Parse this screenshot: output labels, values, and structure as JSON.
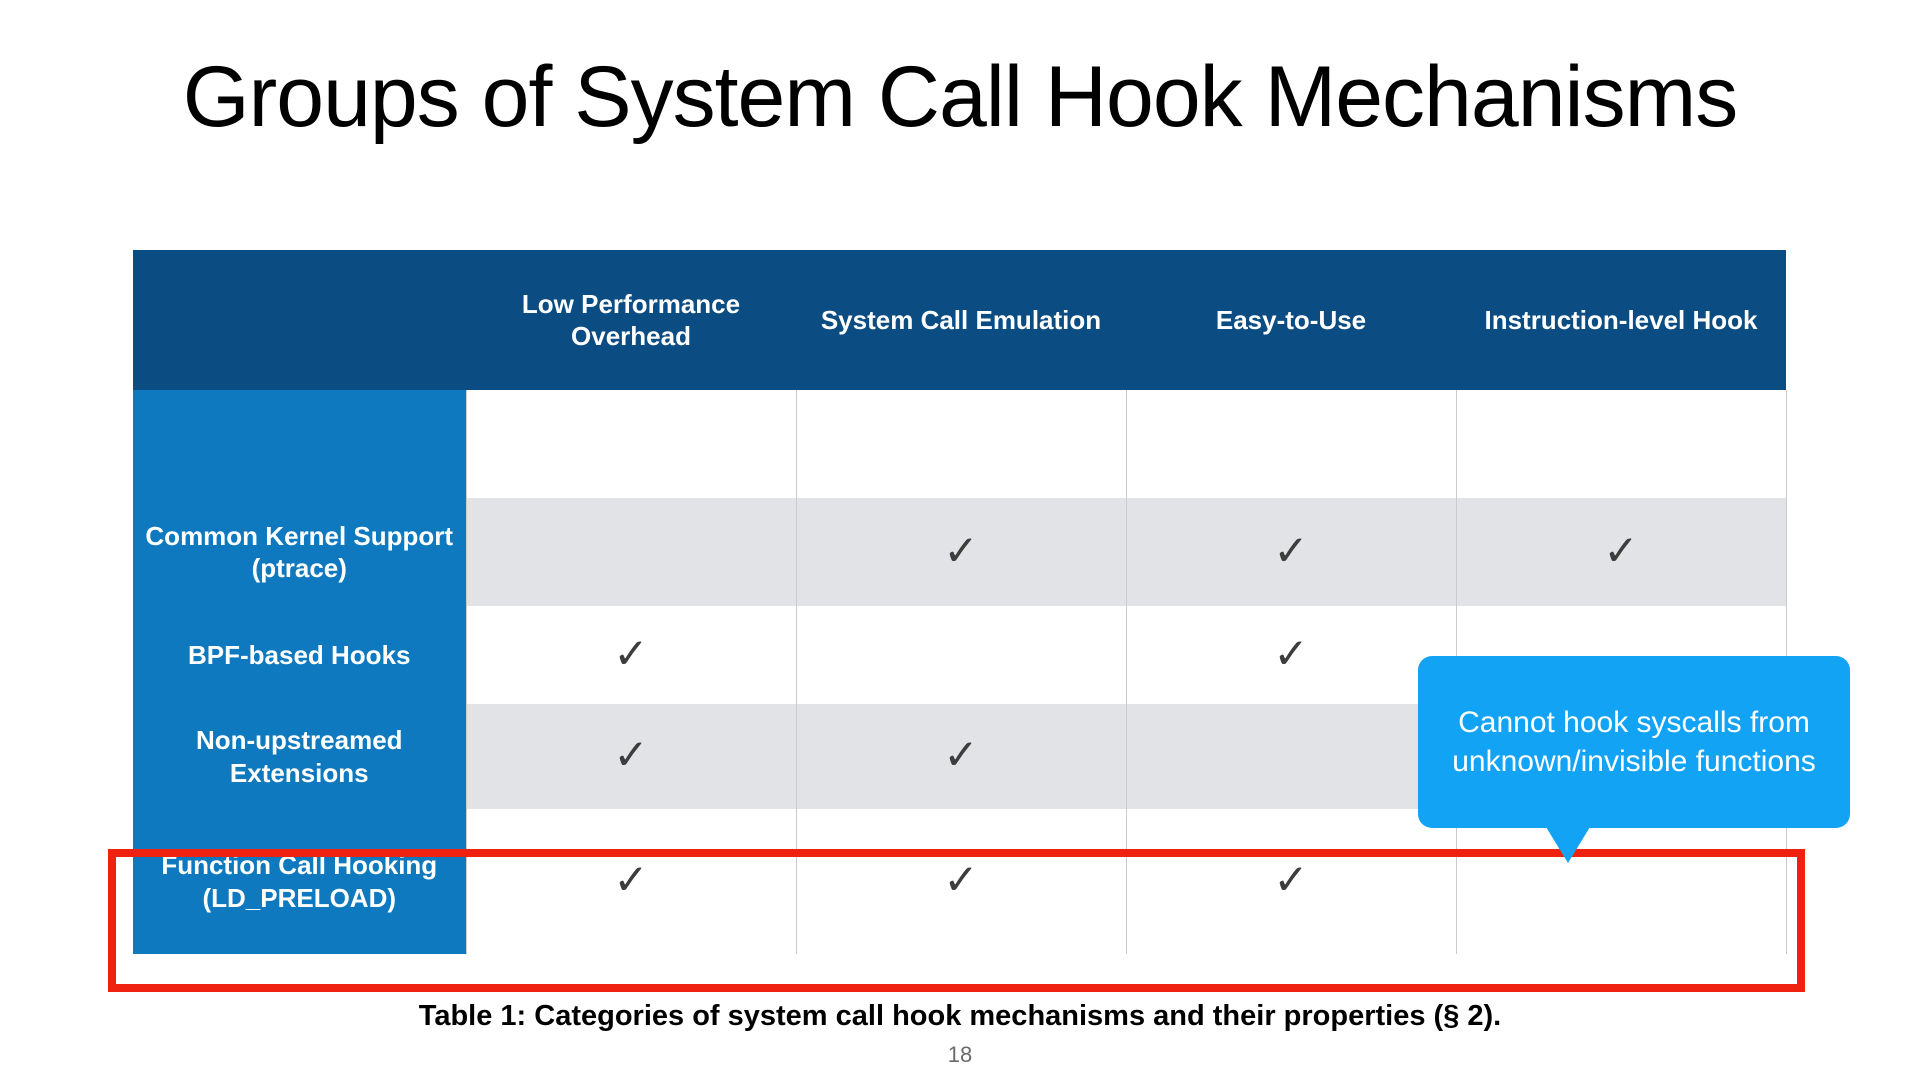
{
  "slide": {
    "title": "Groups of System Call Hook Mechanisms",
    "page_number": "18",
    "caption": "Table 1: Categories of system call hook mechanisms and their properties (§ 2)."
  },
  "colors": {
    "header_blue": "#0b4d82",
    "row_label_blue": "#0e79be",
    "shade_gray": "#e2e3e6",
    "callout_blue": "#12a3f5",
    "highlight_red": "#ef2211",
    "check_gray": "#3d3d3d"
  },
  "table": {
    "corner_label": "",
    "columns": [
      "Low Performance Overhead",
      "System Call Emulation",
      "Easy-to-Use",
      "Instruction-level Hook"
    ],
    "check_glyph": "✓",
    "rows": [
      {
        "label": "",
        "cells": [
          "",
          "",
          "",
          ""
        ]
      },
      {
        "label": "Common Kernel Support (ptrace)",
        "cells": [
          "",
          "✓",
          "✓",
          "✓"
        ]
      },
      {
        "label": "BPF-based Hooks",
        "cells": [
          "✓",
          "",
          "✓",
          ""
        ]
      },
      {
        "label": "Non-upstreamed Extensions",
        "cells": [
          "✓",
          "✓",
          "",
          ""
        ]
      },
      {
        "label": "Function Call Hooking (LD_PRELOAD)",
        "cells": [
          "✓",
          "✓",
          "✓",
          ""
        ]
      }
    ]
  },
  "callout": {
    "text": "Cannot hook syscalls from unknown/invisible functions"
  }
}
